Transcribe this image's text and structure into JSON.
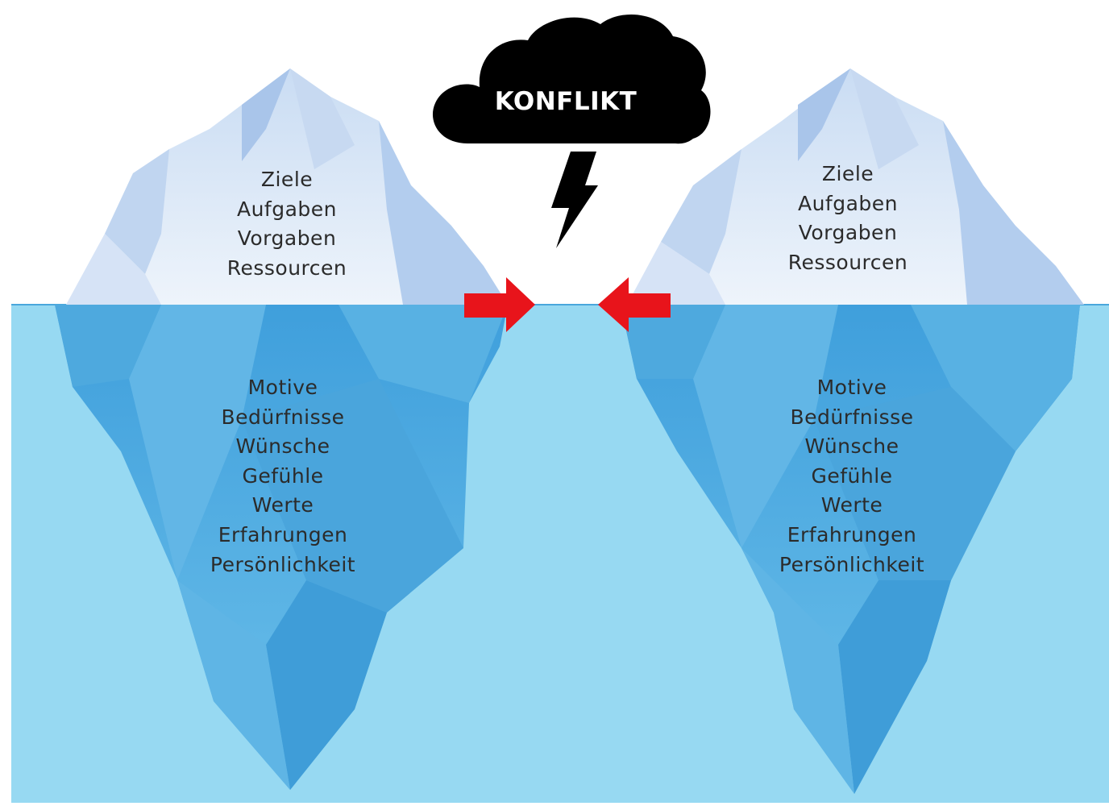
{
  "cloud": {
    "label": "KONFLIKT",
    "color": "#000000"
  },
  "colors": {
    "water": "#97d9f2",
    "ice_light": "#dfeaf8",
    "ice_mid": "#b6cfee",
    "ice_under": "#5ab0e2",
    "arrow": "#e8141b"
  },
  "icebergs": [
    {
      "above": [
        "Ziele",
        "Aufgaben",
        "Vorgaben",
        "Ressourcen"
      ],
      "below": [
        "Motive",
        "Bedürfnisse",
        "Wünsche",
        "Gefühle",
        "Werte",
        "Erfahrungen",
        "Persönlichkeit"
      ]
    },
    {
      "above": [
        "Ziele",
        "Aufgaben",
        "Vorgaben",
        "Ressourcen"
      ],
      "below": [
        "Motive",
        "Bedürfnisse",
        "Wünsche",
        "Gefühle",
        "Werte",
        "Erfahrungen",
        "Persönlichkeit"
      ]
    }
  ]
}
